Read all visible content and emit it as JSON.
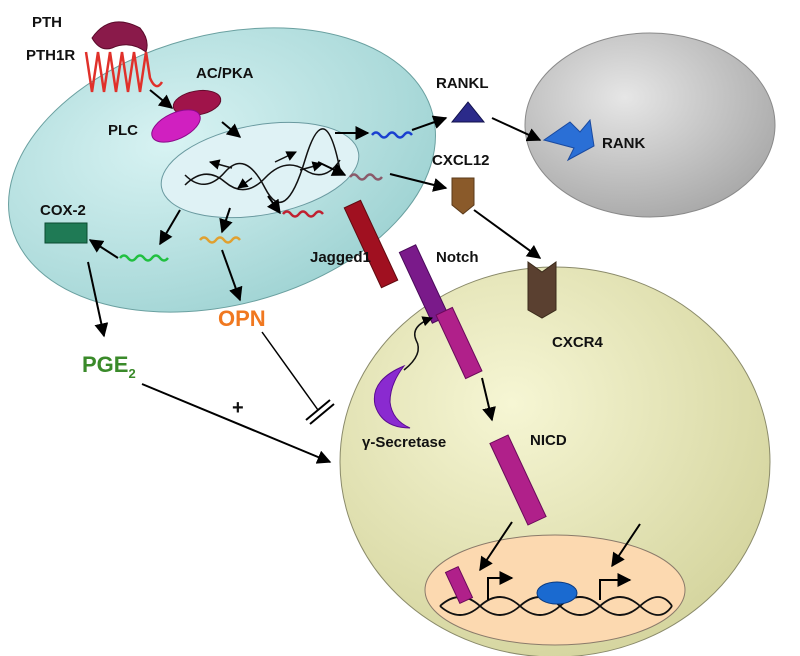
{
  "labels": {
    "pth": "PTH",
    "pth1r": "PTH1R",
    "ac_pka": "AC/PKA",
    "plc": "PLC",
    "rankl": "RANKL",
    "rank": "RANK",
    "cxcl12": "CXCL12",
    "cox2": "COX-2",
    "jagged1": "Jagged1",
    "notch": "Notch",
    "cxcr4": "CXCR4",
    "opn": "OPN",
    "pge_main": "PGE",
    "pge_sub": "2",
    "plus": "+",
    "gamma_secretase": "γ-Secretase",
    "nicd": "NICD"
  },
  "colors": {
    "osteoblast_fill": "#bfe6e6",
    "nucleus_fill": "#dff2f5",
    "osteoclast_fill": "#c8c8c8",
    "target_cell_fill": "#ebebb9",
    "target_nucleus_fill": "#fcd9b0",
    "pth": "#8a1a4a",
    "pth1r": "#e0302a",
    "ac_pka": "#a0144a",
    "plc": "#d020c0",
    "rankl": "#2b2a8a",
    "rank": "#2a6fd6",
    "cxcl12": "#8a5a2a",
    "cxcr4": "#5a4030",
    "cox2": "#1f7a55",
    "jagged1": "#a01020",
    "notch": "#7a1a8a",
    "nicd": "#b0208a",
    "gamma_secretase": "#8a2ad0",
    "opn": "#f07820",
    "pge2": "#3a8a2a",
    "transcription_factor": "#1a6ad0"
  }
}
